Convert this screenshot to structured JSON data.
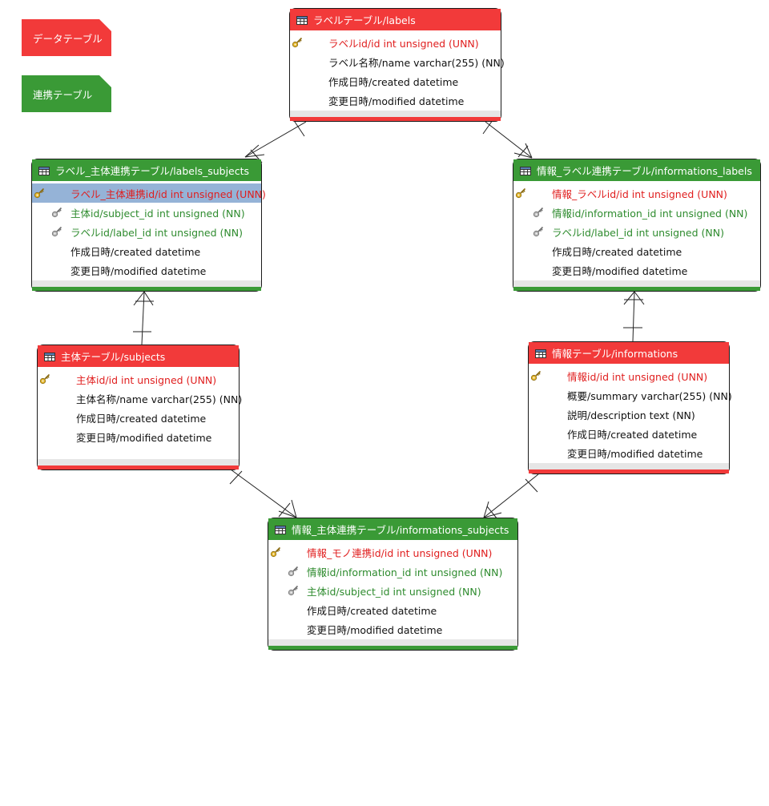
{
  "legend": {
    "data_table": "データテーブル",
    "link_table": "連携テーブル"
  },
  "tables": {
    "labels": {
      "title": "ラベルテーブル/labels",
      "rows": [
        {
          "text": "ラベルid/id int unsigned (UNN)",
          "kind": "pk",
          "key": "gold-key-icon"
        },
        {
          "text": "ラベル名称/name varchar(255) (NN)",
          "kind": "normal"
        },
        {
          "text": "作成日時/created datetime",
          "kind": "normal"
        },
        {
          "text": "変更日時/modified datetime",
          "kind": "normal"
        }
      ]
    },
    "labels_subjects": {
      "title": "ラベル_主体連携テーブル/labels_subjects",
      "rows": [
        {
          "text": "ラベル_主体連携id/id int unsigned (UNN)",
          "kind": "pk",
          "key": "gold-key-icon",
          "selected": true
        },
        {
          "text": "主体id/subject_id int unsigned (NN)",
          "kind": "fk",
          "key": "silver-key-icon"
        },
        {
          "text": "ラベルid/label_id int unsigned (NN)",
          "kind": "fk",
          "key": "silver-key-icon"
        },
        {
          "text": "作成日時/created datetime",
          "kind": "normal"
        },
        {
          "text": "変更日時/modified datetime",
          "kind": "normal"
        }
      ]
    },
    "informations_labels": {
      "title": "情報_ラベル連携テーブル/informations_labels",
      "rows": [
        {
          "text": "情報_ラベルid/id int unsigned (UNN)",
          "kind": "pk",
          "key": "gold-key-icon"
        },
        {
          "text": "情報id/information_id int unsigned (NN)",
          "kind": "fk",
          "key": "silver-key-icon"
        },
        {
          "text": "ラベルid/label_id int unsigned (NN)",
          "kind": "fk",
          "key": "silver-key-icon"
        },
        {
          "text": "作成日時/created datetime",
          "kind": "normal"
        },
        {
          "text": "変更日時/modified datetime",
          "kind": "normal"
        }
      ]
    },
    "subjects": {
      "title": "主体テーブル/subjects",
      "rows": [
        {
          "text": "主体id/id int unsigned (UNN)",
          "kind": "pk",
          "key": "gold-key-icon"
        },
        {
          "text": "主体名称/name varchar(255) (NN)",
          "kind": "normal"
        },
        {
          "text": "作成日時/created datetime",
          "kind": "normal"
        },
        {
          "text": "変更日時/modified datetime",
          "kind": "normal"
        }
      ]
    },
    "informations": {
      "title": "情報テーブル/informations",
      "rows": [
        {
          "text": "情報id/id int unsigned (UNN)",
          "kind": "pk",
          "key": "gold-key-icon"
        },
        {
          "text": "概要/summary varchar(255) (NN)",
          "kind": "normal"
        },
        {
          "text": "説明/description text (NN)",
          "kind": "normal"
        },
        {
          "text": "作成日時/created datetime",
          "kind": "normal"
        },
        {
          "text": "変更日時/modified datetime",
          "kind": "normal"
        }
      ]
    },
    "informations_subjects": {
      "title": "情報_主体連携テーブル/informations_subjects",
      "rows": [
        {
          "text": "情報_モノ連携id/id int unsigned (UNN)",
          "kind": "pk",
          "key": "gold-key-icon"
        },
        {
          "text": "情報id/information_id int unsigned (NN)",
          "kind": "fk",
          "key": "silver-key-icon"
        },
        {
          "text": "主体id/subject_id int unsigned (NN)",
          "kind": "fk",
          "key": "silver-key-icon"
        },
        {
          "text": "作成日時/created datetime",
          "kind": "normal"
        },
        {
          "text": "変更日時/modified datetime",
          "kind": "normal"
        }
      ]
    }
  },
  "relationships": [
    {
      "from": "labels",
      "to": "labels_subjects",
      "cardinality": "one-to-many"
    },
    {
      "from": "labels",
      "to": "informations_labels",
      "cardinality": "one-to-many"
    },
    {
      "from": "subjects",
      "to": "labels_subjects",
      "cardinality": "one-to-many"
    },
    {
      "from": "informations",
      "to": "informations_labels",
      "cardinality": "one-to-many"
    },
    {
      "from": "subjects",
      "to": "informations_subjects",
      "cardinality": "one-to-many"
    },
    {
      "from": "informations",
      "to": "informations_subjects",
      "cardinality": "one-to-many"
    }
  ],
  "colors": {
    "data_table": "#f23a3a",
    "link_table": "#3a9a36",
    "primary_key_text": "#e01e1e",
    "foreign_key_text": "#2e8b2e",
    "selected_row": "#95b3d7"
  }
}
